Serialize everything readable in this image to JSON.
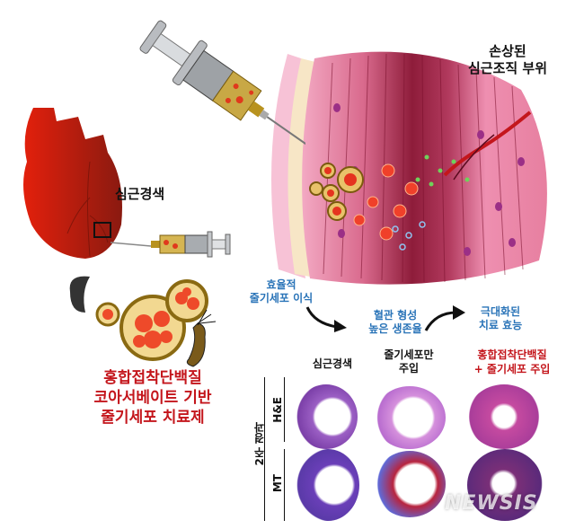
{
  "labels": {
    "damaged_site": [
      "손상된",
      "심근조직 부위"
    ],
    "infarction_heart": "심근경색",
    "therapy_title": [
      "홍합접착단백질",
      "코아서베이트 기반",
      "줄기세포 치료제"
    ],
    "step1": [
      "효율적",
      "줄기세포 이식"
    ],
    "step2": [
      "혈관 형성",
      "높은 생존율"
    ],
    "step3": [
      "극대화된",
      "치료 효능"
    ]
  },
  "results_panel": {
    "columns": [
      {
        "label": [
          "심근경색"
        ],
        "color": "#111111"
      },
      {
        "label": [
          "줄기세포만",
          "주입"
        ],
        "color": "#111111"
      },
      {
        "label": [
          "홍합접착단백질",
          "+ 줄기세포 주입"
        ],
        "color": "#c4161c"
      }
    ],
    "row_group_label": "2주 경과",
    "rows": [
      "H&E",
      "MT"
    ]
  },
  "watermark": "NEWSIS",
  "colors": {
    "heart_red": "#c81e0e",
    "tissue_pink": "#e77fa0",
    "tissue_dark": "#8e1c3a",
    "label_blue": "#2a74b8",
    "label_red": "#c4161c",
    "coacervate_gold": "#a8801c"
  }
}
